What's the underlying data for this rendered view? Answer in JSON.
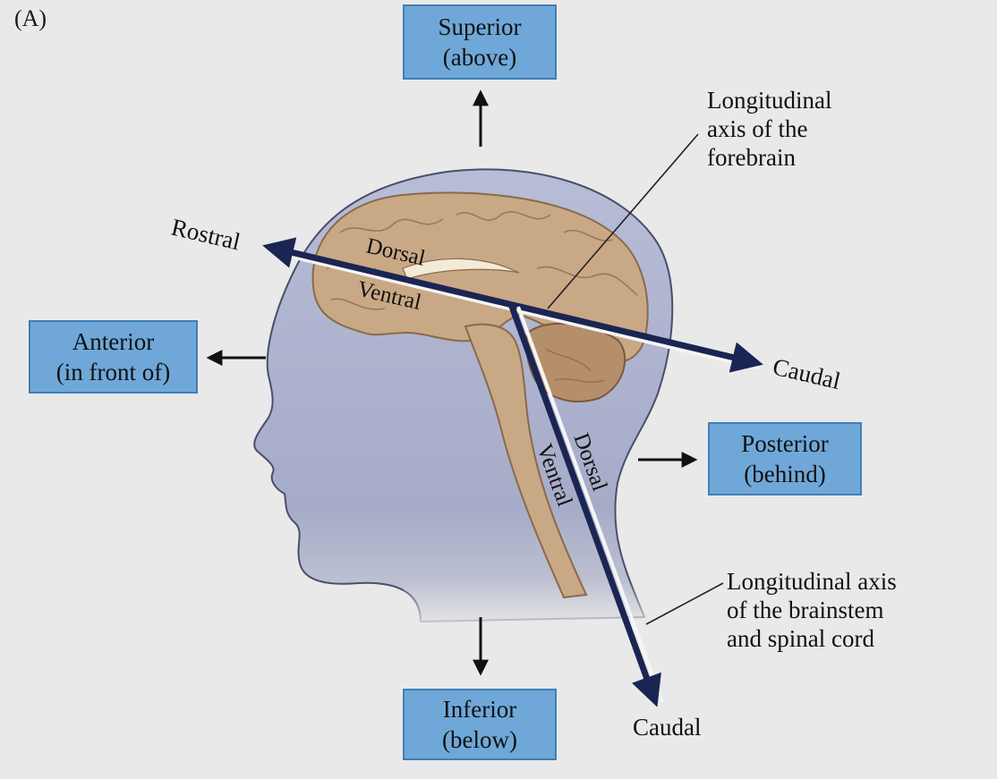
{
  "panel_letter": "(A)",
  "directions": {
    "superior": {
      "line1": "Superior",
      "line2": "(above)"
    },
    "inferior": {
      "line1": "Inferior",
      "line2": "(below)"
    },
    "anterior": {
      "line1": "Anterior",
      "line2": "(in front of)"
    },
    "posterior": {
      "line1": "Posterior",
      "line2": "(behind)"
    }
  },
  "axis_labels": {
    "rostral": "Rostral",
    "caudal_forebrain": "Caudal",
    "caudal_spinal": "Caudal",
    "dorsal_forebrain": "Dorsal",
    "ventral_forebrain": "Ventral",
    "dorsal_spinal": "Dorsal",
    "ventral_spinal": "Ventral"
  },
  "callouts": {
    "forebrain_axis": [
      "Longitudinal",
      "axis of the",
      "forebrain"
    ],
    "brainstem_axis": [
      "Longitudinal axis",
      "of the brainstem",
      "and spinal cord"
    ]
  },
  "colors": {
    "background": "#e9e9ea",
    "direction_box": "#6fa8d8",
    "axis_arrow": "#1b2553",
    "head": "#a9afc8",
    "brain": "#c9a886"
  }
}
